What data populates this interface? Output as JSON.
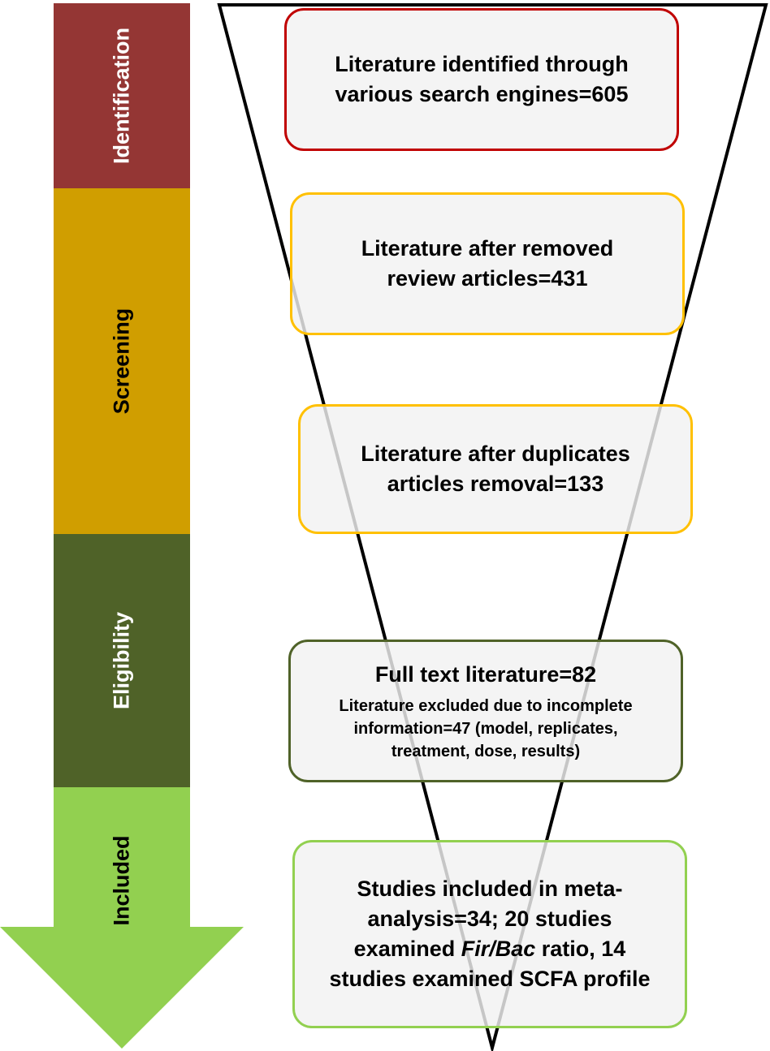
{
  "colors": {
    "identification": "#943634",
    "screening": "#D09E00",
    "eligibility": "#4F6228",
    "included": "#92D050",
    "box_red": "#C00000",
    "box_yellow": "#FFC000",
    "box_darkgreen": "#4F6228",
    "box_lightgreen": "#92D050",
    "box_fill": "#F2F2F2"
  },
  "stages": {
    "identification": "Identification",
    "screening": "Screening",
    "eligibility": "Eligibility",
    "included": "Included"
  },
  "boxes": {
    "identified": {
      "line1": "Literature identified through",
      "line2": "various search engines=605"
    },
    "reviews_removed": {
      "line1": "Literature after removed",
      "line2": "review articles=431"
    },
    "duplicates_removed": {
      "line1": "Literature after duplicates",
      "line2": "articles removal=133"
    },
    "full_text": {
      "title": "Full text literature=82",
      "sub_line1": "Literature excluded due to incomplete",
      "sub_line2": "information=47 (model, replicates,",
      "sub_line3": "treatment, dose, results)"
    },
    "included": {
      "line1": "Studies included in meta-",
      "line2": "analysis=34; 20 studies",
      "line3_pre": "examined ",
      "line3_italic": "Fir/Bac",
      "line3_post": " ratio, 14",
      "line4": "studies examined SCFA profile"
    }
  }
}
